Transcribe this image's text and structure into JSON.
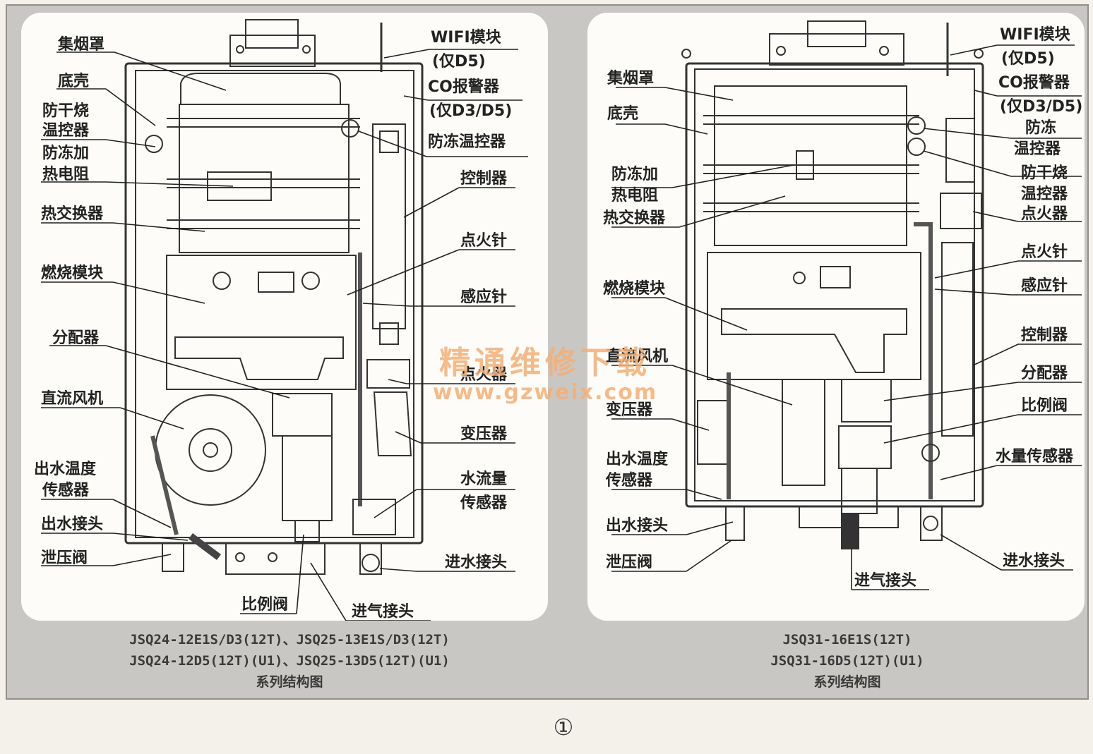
{
  "left_diagram": {
    "labels": {
      "l1": "集烟罩",
      "l2": "底壳",
      "l3a": "防干烧",
      "l3b": "温控器",
      "l4a": "防冻加",
      "l4b": "热电阻",
      "l5": "热交换器",
      "l6": "燃烧模块",
      "l7": "分配器",
      "l8": "直流风机",
      "l9a": "出水温度",
      "l9b": "传感器",
      "l10": "出水接头",
      "l11": "泄压阀",
      "l12": "比例阀",
      "l13": "进气接头",
      "r1a": "WIFI模块",
      "r1b": "(仅D5)",
      "r2a": "CO报警器",
      "r2b": "(仅D3/D5)",
      "r3": "防冻温控器",
      "r4": "控制器",
      "r5": "点火针",
      "r6": "感应针",
      "r7": "点火器",
      "r8": "变压器",
      "r9a": "水流量",
      "r9b": "传感器",
      "r10": "进水接头"
    },
    "caption": [
      "JSQ24-12E1S/D3(12T)、JSQ25-13E1S/D3(12T)",
      "JSQ24-12D5(12T)(U1)、JSQ25-13D5(12T)(U1)",
      "系列结构图"
    ]
  },
  "right_diagram": {
    "labels": {
      "l1": "集烟罩",
      "l2": "底壳",
      "l3a": "防冻加",
      "l3b": "热电阻",
      "l4": "热交换器",
      "l5": "燃烧模块",
      "l6": "直流风机",
      "l7": "变压器",
      "l8a": "出水温度",
      "l8b": "传感器",
      "l9": "出水接头",
      "l10": "泄压阀",
      "l11": "进气接头",
      "r1a": "WIFI模块",
      "r1b": "(仅D5)",
      "r2a": "CO报警器",
      "r2b": "(仅D3/D5)",
      "r3a": "防冻",
      "r3b": "温控器",
      "r4a": "防干烧",
      "r4b": "温控器",
      "r5": "点火器",
      "r6": "点火针",
      "r7": "感应针",
      "r8": "控制器",
      "r9": "分配器",
      "r10": "比例阀",
      "r11": "水量传感器",
      "r12": "进水接头"
    },
    "caption": [
      "JSQ31-16E1S(12T)",
      "JSQ31-16D5(12T)(U1)",
      "系列结构图"
    ]
  },
  "watermark": {
    "line1": "精通维修下载",
    "line2": "www.gzweix.com"
  },
  "figure_number": "①"
}
